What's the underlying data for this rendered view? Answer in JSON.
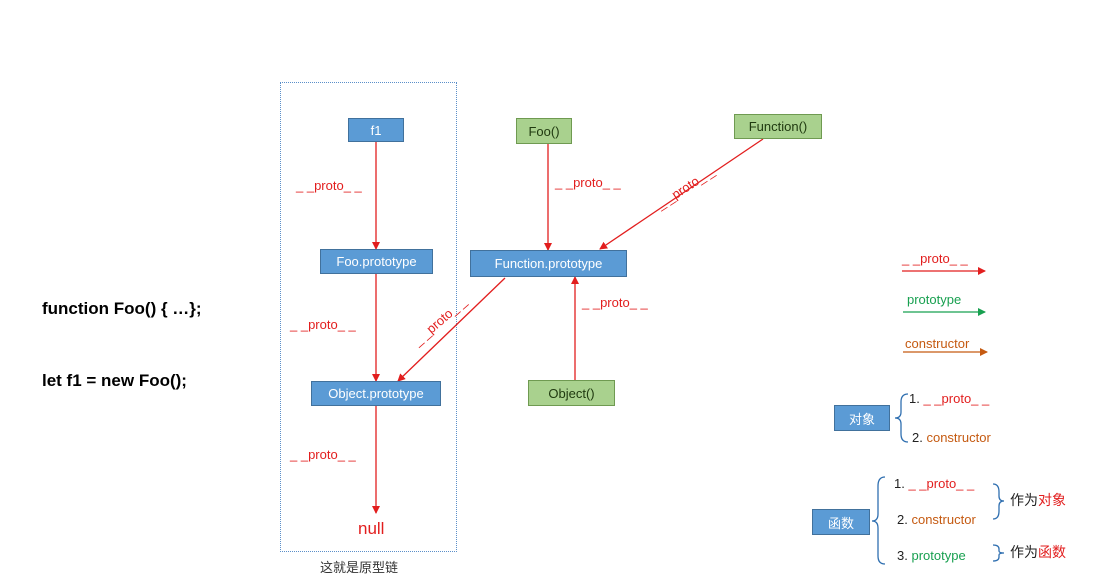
{
  "code": {
    "line1": "function Foo() { …};",
    "line2": "let f1 = new Foo();"
  },
  "nodes": {
    "f1": "f1",
    "foo_ctor": "Foo()",
    "function_ctor": "Function()",
    "foo_prototype": "Foo.prototype",
    "function_prototype": "Function.prototype",
    "object_prototype": "Object.prototype",
    "object_ctor": "Object()",
    "null": "null"
  },
  "edge_labels": {
    "f1_to_fooproto": "_ _proto_ _",
    "fooproto_to_objproto": "_ _proto_ _",
    "objproto_to_null": "_ _proto_ _",
    "foo_to_funcproto": "_ _proto_ _",
    "function_to_funcproto": "_ _proto_ _",
    "funcproto_to_objproto": "_ _proto_ _",
    "object_to_funcproto": "_ _proto_ _"
  },
  "caption": "这就是原型链",
  "legend": {
    "proto": "_ _proto_ _",
    "prototype": "prototype",
    "constructor": "constructor"
  },
  "object_group": {
    "label": "对象",
    "item1_num": "1.",
    "item1_text": "_ _proto_ _",
    "item2_num": "2.",
    "item2_text": "constructor"
  },
  "function_group": {
    "label": "函数",
    "item1_num": "1.",
    "item1_text": "_ _proto_ _",
    "item2_num": "2.",
    "item2_text": "constructor",
    "item3_num": "3.",
    "item3_text": "prototype",
    "as_object_prefix": "作为",
    "as_object_word": "对象",
    "as_function_prefix": "作为",
    "as_function_word": "函数"
  },
  "colors": {
    "proto": "#e21e1e",
    "prototype": "#18a050",
    "constructor": "#c55a11",
    "box_blue": "#5b9bd5",
    "box_green": "#a9d18e"
  }
}
